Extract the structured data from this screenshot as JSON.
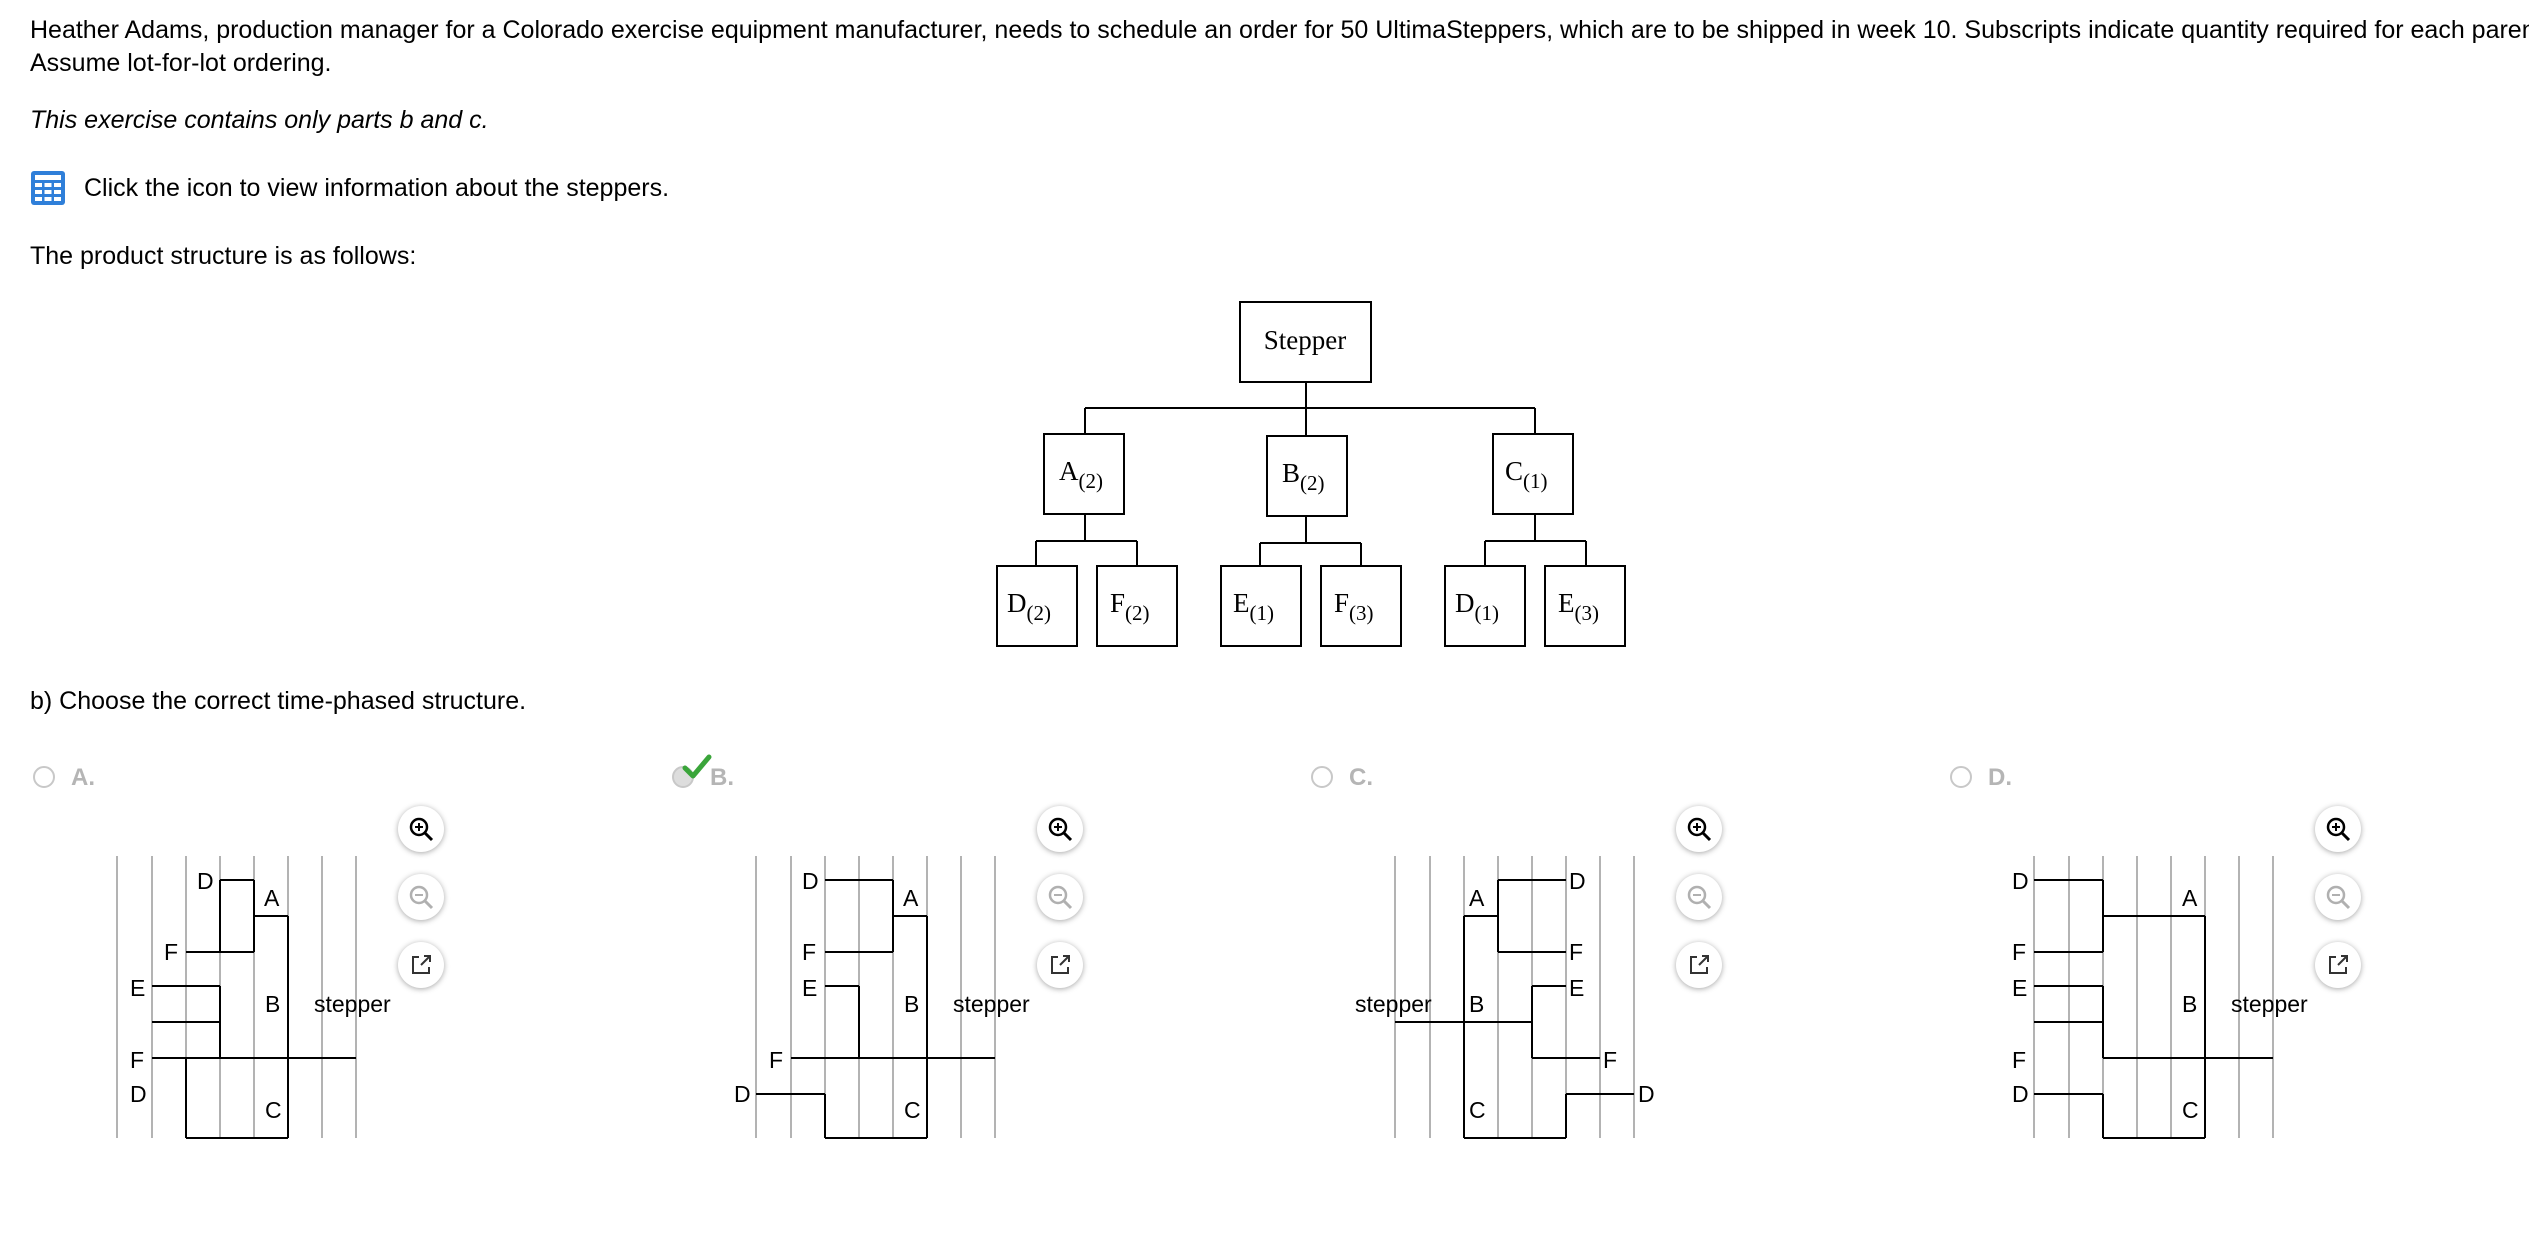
{
  "problem": {
    "intro": "Heather Adams, production manager for a Colorado exercise equipment manufacturer, needs to schedule an order for 50 UltimaSteppers, which are to be shipped in week 10. Subscripts indicate quantity required for each parent. Assume lot-for-lot ordering.",
    "note": "This exercise contains only parts b and c.",
    "info_text": "Click the icon to view information about the steppers.",
    "structure_intro": "The product structure is as follows:",
    "question": "b) Choose the correct time-phased structure."
  },
  "product_tree": {
    "root": "Stepper",
    "level1": [
      {
        "letter": "A",
        "qty": "(2)"
      },
      {
        "letter": "B",
        "qty": "(2)"
      },
      {
        "letter": "C",
        "qty": "(1)"
      }
    ],
    "level2": [
      {
        "letter": "D",
        "qty": "(2)"
      },
      {
        "letter": "F",
        "qty": "(2)"
      },
      {
        "letter": "E",
        "qty": "(1)"
      },
      {
        "letter": "F",
        "qty": "(3)"
      },
      {
        "letter": "D",
        "qty": "(1)"
      },
      {
        "letter": "E",
        "qty": "(3)"
      }
    ]
  },
  "options": [
    {
      "label": "A.",
      "selected": false,
      "correct": false
    },
    {
      "label": "B.",
      "selected": true,
      "correct": true
    },
    {
      "label": "C.",
      "selected": false,
      "correct": false
    },
    {
      "label": "D.",
      "selected": false,
      "correct": false
    }
  ],
  "diagrams": {
    "stepper": "stepper",
    "A": "A",
    "B": "B",
    "C": "C",
    "D": "D",
    "E": "E",
    "F": "F"
  },
  "icons": {
    "info": "grid-icon",
    "zoom_in": "zoom-in-icon",
    "zoom_out": "zoom-out-icon",
    "popout": "popout-icon",
    "correct": "checkmark-icon"
  },
  "colors": {
    "info_icon": "#2f7fd9",
    "checkmark": "#3aa53a",
    "option_label": "#b5b5b5",
    "grid_line": "#9a9a9a"
  }
}
